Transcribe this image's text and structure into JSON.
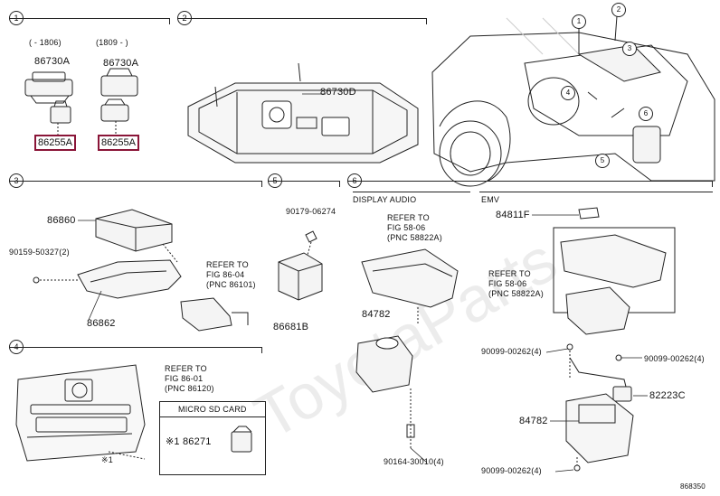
{
  "sections": {
    "s1": "1",
    "s2": "2",
    "s3": "3",
    "s4": "4",
    "s5": "5",
    "s6": "6"
  },
  "s1": {
    "range_a": "( - 1806)",
    "range_b": "(1809 - )",
    "pn_a": "86730A",
    "pn_b": "86730A",
    "box_a": "86255A",
    "box_b": "86255A"
  },
  "s2": {
    "pn": "86730D"
  },
  "vehicle": {
    "callouts": [
      "1",
      "2",
      "3",
      "4",
      "5",
      "6"
    ]
  },
  "s3": {
    "pn_box": "86860",
    "pn_bolt": "90159-50327(2)",
    "pn_bracket": "86862",
    "refer_1": "REFER TO",
    "refer_2": "FIG 86-04",
    "refer_3": "(PNC 86101)"
  },
  "s4": {
    "refer_1": "REFER TO",
    "refer_2": "FIG 86-01",
    "refer_3": "(PNC 86120)",
    "sd_title": "MICRO SD CARD",
    "sd_pn": "※1 86271",
    "note": "※1"
  },
  "s5": {
    "pn_clip": "90179-06274",
    "pn_unit": "86681B"
  },
  "s6": {
    "col_a": "DISPLAY AUDIO",
    "col_b": "EMV",
    "refer_a1": "REFER TO",
    "refer_a2": "FIG 58-06",
    "refer_a3": "(PNC 58822A)",
    "pn_84782_a": "84782",
    "pn_screw_a": "90164-30010(4)",
    "pn_84811f": "84811F",
    "refer_b1": "REFER TO",
    "refer_b2": "FIG 58-06",
    "refer_b3": "(PNC 58822A)",
    "pn_90099_l": "90099-00262(4)",
    "pn_90099_r": "90099-00262(4)",
    "pn_82223c": "82223C",
    "pn_84782_b": "84782",
    "pn_90099_b": "90099-00262(4)"
  },
  "footer": "868350"
}
